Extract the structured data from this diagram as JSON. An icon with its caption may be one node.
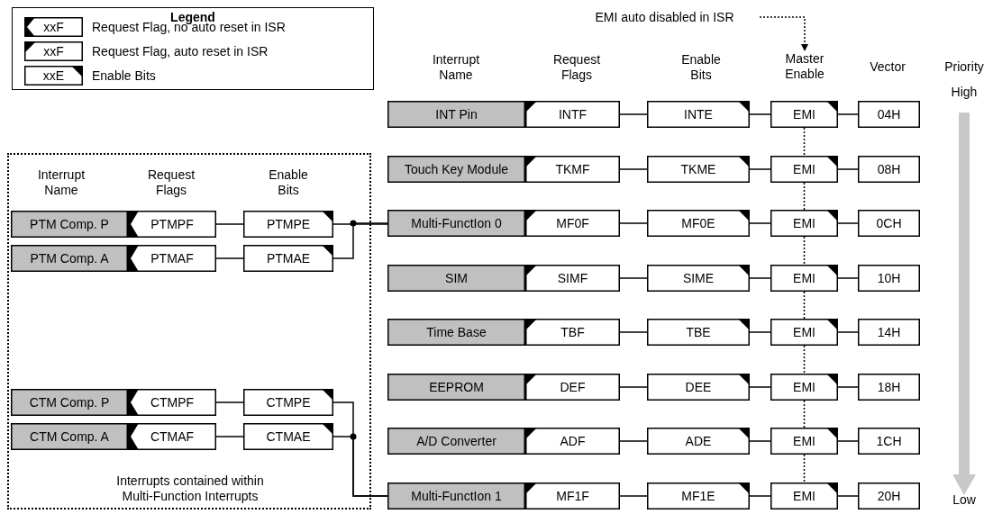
{
  "diagram": {
    "nodes": [
      {
        "text": [
          "EMI auto disabled in ISR"
        ]
      },
      {
        "text": [
          "Interrupts contained within Multi-Function Interrupts"
        ]
      },
      {
        "text": [
          "PTM Comp. P"
        ],
        "in": 1
      },
      {
        "text": [
          "PTMPF"
        ],
        "in": 1
      },
      {
        "text": [
          "PTMPE"
        ],
        "in": 1
      },
      {
        "text": [
          "PTM Comp. A"
        ],
        "in": 1
      },
      {
        "text": [
          "PTMAF"
        ],
        "in": 1
      },
      {
        "text": [
          "PTMAE"
        ],
        "in": 1
      },
      {
        "text": [
          "CTM Comp. P"
        ],
        "in": 1
      },
      {
        "text": [
          "CTMPF"
        ],
        "in": 1
      },
      {
        "text": [
          "CTMPE"
        ],
        "in": 1
      },
      {
        "text": [
          "CTM Comp. A"
        ],
        "in": 1
      },
      {
        "text": [
          "CTMAF"
        ],
        "in": 1
      },
      {
        "text": [
          "CTMAE"
        ],
        "in": 1
      },
      {
        "text": [
          "INT Pin"
        ]
      },
      {
        "text": [
          "INTF"
        ]
      },
      {
        "text": [
          "INTE"
        ]
      },
      {
        "text": [
          "EMI"
        ]
      },
      {
        "text": [
          "04H"
        ]
      },
      {
        "text": [
          "Touch Key Module"
        ]
      },
      {
        "text": [
          "TKMF"
        ]
      },
      {
        "text": [
          "TKME"
        ]
      },
      {
        "text": [
          "EMI"
        ]
      },
      {
        "text": [
          "08H"
        ]
      },
      {
        "text": [
          "Multi-FunctIon 0"
        ]
      },
      {
        "text": [
          "MF0F"
        ]
      },
      {
        "text": [
          "MF0E"
        ]
      },
      {
        "text": [
          "EMI"
        ]
      },
      {
        "text": [
          "0CH"
        ]
      },
      {
        "text": [
          "SIM"
        ]
      },
      {
        "text": [
          "SIMF"
        ]
      },
      {
        "text": [
          "SIME"
        ]
      },
      {
        "text": [
          "EMI"
        ]
      },
      {
        "text": [
          "10H"
        ]
      },
      {
        "text": [
          "Time Base"
        ]
      },
      {
        "text": [
          "TBF"
        ]
      },
      {
        "text": [
          "TBE"
        ]
      },
      {
        "text": [
          "EMI"
        ]
      },
      {
        "text": [
          "14H"
        ]
      },
      {
        "text": [
          "EEPROM"
        ]
      },
      {
        "text": [
          "DEF"
        ]
      },
      {
        "text": [
          "DEE"
        ]
      },
      {
        "text": [
          "EMI"
        ]
      },
      {
        "text": [
          "18H"
        ]
      },
      {
        "text": [
          "A/D Converter"
        ]
      },
      {
        "text": [
          "ADF"
        ]
      },
      {
        "text": [
          "ADE"
        ]
      },
      {
        "text": [
          "EMI"
        ]
      },
      {
        "text": [
          "1CH"
        ]
      },
      {
        "text": [
          "Multi-FunctIon 1"
        ]
      },
      {
        "text": [
          "MF1F"
        ]
      },
      {
        "text": [
          "MF1E"
        ]
      },
      {
        "text": [
          "EMI"
        ]
      },
      {
        "text": [
          "20H"
        ]
      },
      {
        "text": [
          "Master Enable"
        ]
      }
    ],
    "edges": [
      {
        "from": 0,
        "to": 54,
        "arrow": "to",
        "style": "dashed"
      },
      {
        "from": 3,
        "to": 4,
        "arrow": "none"
      },
      {
        "from": 6,
        "to": 7,
        "arrow": "none"
      },
      {
        "from": 9,
        "to": 10,
        "arrow": "none"
      },
      {
        "from": 12,
        "to": 13,
        "arrow": "none"
      },
      {
        "from": 4,
        "to": 24,
        "arrow": "none"
      },
      {
        "from": 7,
        "to": 24,
        "arrow": "none"
      },
      {
        "from": 10,
        "to": 49,
        "arrow": "none"
      },
      {
        "from": 13,
        "to": 49,
        "arrow": "none"
      },
      {
        "from": 15,
        "to": 16,
        "arrow": "none"
      },
      {
        "from": 16,
        "to": 17,
        "arrow": "none"
      },
      {
        "from": 17,
        "to": 18,
        "arrow": "none"
      },
      {
        "from": 20,
        "to": 21,
        "arrow": "none"
      },
      {
        "from": 21,
        "to": 22,
        "arrow": "none"
      },
      {
        "from": 22,
        "to": 23,
        "arrow": "none"
      },
      {
        "from": 25,
        "to": 26,
        "arrow": "none"
      },
      {
        "from": 26,
        "to": 27,
        "arrow": "none"
      },
      {
        "from": 27,
        "to": 28,
        "arrow": "none"
      },
      {
        "from": 30,
        "to": 31,
        "arrow": "none"
      },
      {
        "from": 31,
        "to": 32,
        "arrow": "none"
      },
      {
        "from": 32,
        "to": 33,
        "arrow": "none"
      },
      {
        "from": 35,
        "to": 36,
        "arrow": "none"
      },
      {
        "from": 36,
        "to": 37,
        "arrow": "none"
      },
      {
        "from": 37,
        "to": 38,
        "arrow": "none"
      },
      {
        "from": 40,
        "to": 41,
        "arrow": "none"
      },
      {
        "from": 41,
        "to": 42,
        "arrow": "none"
      },
      {
        "from": 42,
        "to": 43,
        "arrow": "none"
      },
      {
        "from": 45,
        "to": 46,
        "arrow": "none"
      },
      {
        "from": 46,
        "to": 47,
        "arrow": "none"
      },
      {
        "from": 47,
        "to": 48,
        "arrow": "none"
      },
      {
        "from": 50,
        "to": 51,
        "arrow": "none"
      },
      {
        "from": 51,
        "to": 52,
        "arrow": "none"
      },
      {
        "from": 52,
        "to": 53,
        "arrow": "none"
      },
      {
        "from": 17,
        "to": 22,
        "arrow": "none",
        "style": "dashed"
      },
      {
        "from": 22,
        "to": 27,
        "arrow": "none",
        "style": "dashed"
      },
      {
        "from": 27,
        "to": 32,
        "arrow": "none",
        "style": "dashed"
      },
      {
        "from": 32,
        "to": 37,
        "arrow": "none",
        "style": "dashed"
      },
      {
        "from": 37,
        "to": 42,
        "arrow": "none",
        "style": "dashed"
      },
      {
        "from": 42,
        "to": 47,
        "arrow": "none",
        "style": "dashed"
      },
      {
        "from": 47,
        "to": 52,
        "arrow": "none",
        "style": "dashed"
      }
    ],
    "labels": [
      "Legend",
      "xxF",
      "xxF",
      "xxE",
      "Interrupt Name",
      "Request Flags",
      "Enable Bits",
      "Vector",
      "Priority",
      "High",
      "Interrupt Name",
      "Request Flags",
      "Enable Bits",
      "Low"
    ],
    "legend": [
      {
        "text": "Request Flag, no auto reset in ISR"
      },
      {
        "text": "Request Flag, auto reset in ISR"
      },
      {
        "text": "Enable Bits"
      }
    ]
  }
}
